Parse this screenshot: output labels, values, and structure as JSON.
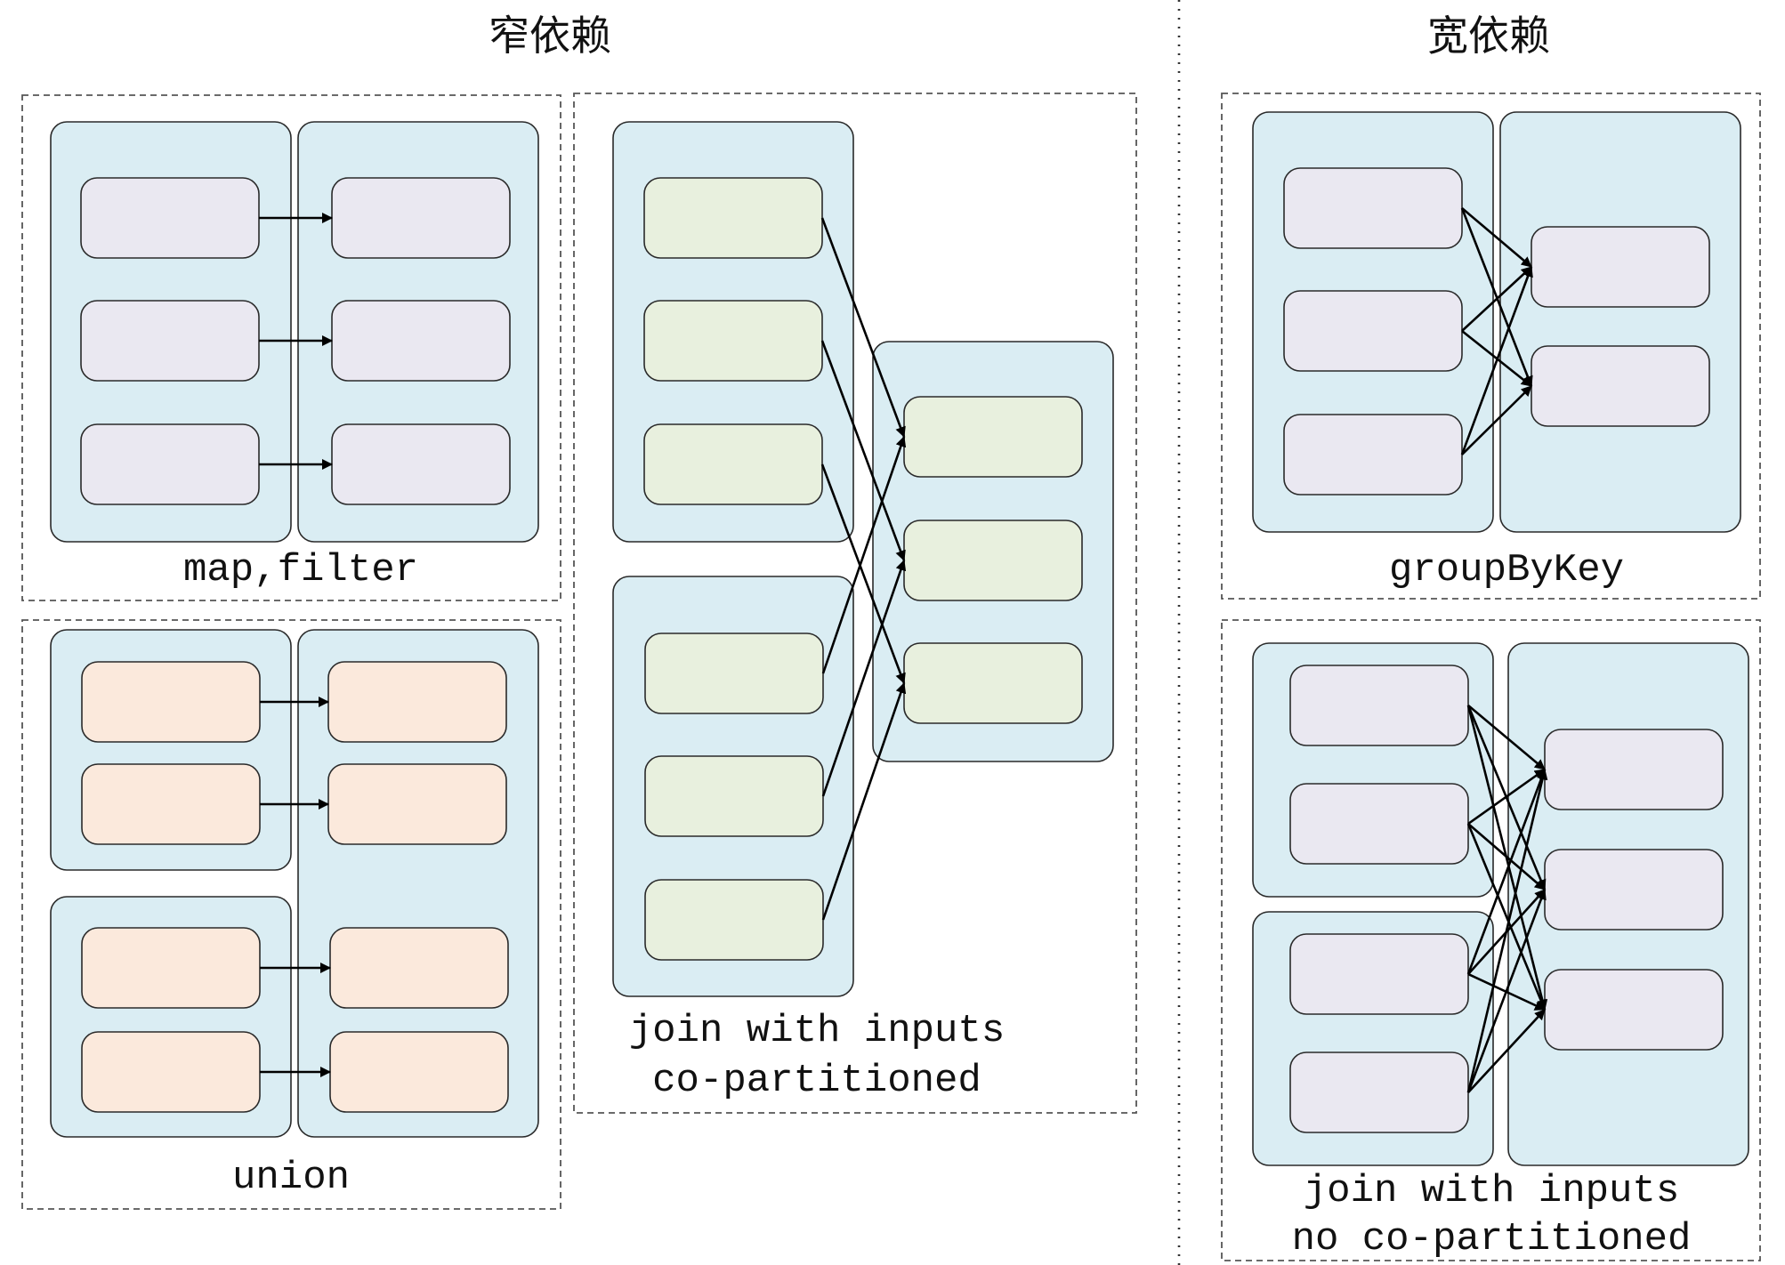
{
  "headings": {
    "narrow": "窄依赖",
    "wide": "宽依赖"
  },
  "captions": {
    "map_filter": "map,filter",
    "union": "union",
    "join_copart_line1": "join with inputs",
    "join_copart_line2": "co-partitioned",
    "group_by_key": "groupByKey",
    "join_nocopart_line1": "join with inputs",
    "join_nocopart_line2": "no co-partitioned"
  },
  "colors": {
    "group_fill": "#daedf3",
    "partition_lavender": "#eae8f1",
    "partition_peach": "#fbe9dc",
    "partition_green": "#e8f0de",
    "arrow": "#000000"
  }
}
